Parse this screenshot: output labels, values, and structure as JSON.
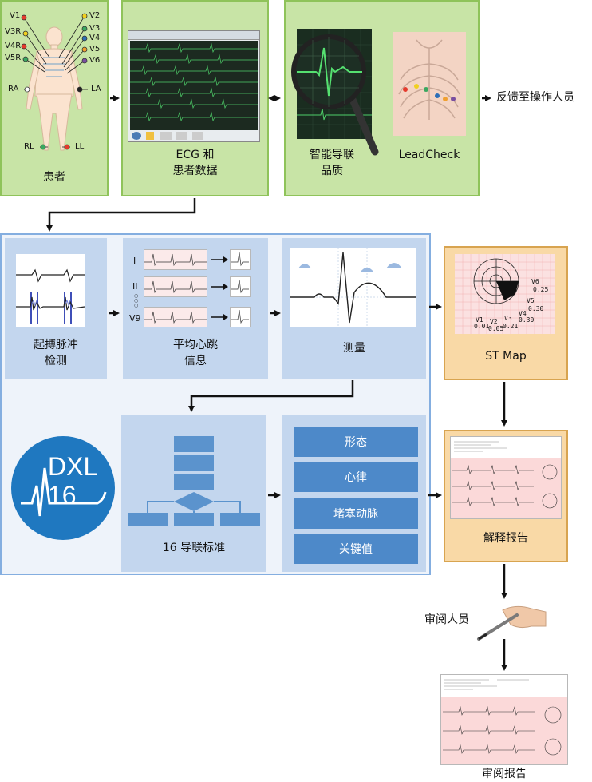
{
  "patient": {
    "label": "患者",
    "leads_left": [
      "V1",
      "V3R",
      "V4R",
      "V5R"
    ],
    "leads_right": [
      "V2",
      "V3",
      "V4",
      "V5",
      "V6"
    ],
    "ra": "RA",
    "la": "LA",
    "rl": "RL",
    "ll": "LL"
  },
  "ecg_data": {
    "label_line1": "ECG 和",
    "label_line2": "患者数据"
  },
  "smart_quality": {
    "label_line1": "智能导联",
    "label_line2": "品质"
  },
  "leadcheck": {
    "label": "LeadCheck"
  },
  "feedback": {
    "label": "反馈至操作人员"
  },
  "beat_detect": {
    "label_line1": "起搏脉冲",
    "label_line2": "检测"
  },
  "avg_beat": {
    "label_line1": "平均心跳",
    "label_line2": "信息",
    "leads": [
      "I",
      "II",
      "V9"
    ],
    "dots": "○\n○\n○"
  },
  "measure": {
    "label": "测量"
  },
  "st_map": {
    "label": "ST Map",
    "readouts": [
      "V6",
      "0.25",
      "V5",
      "0.30",
      "V4",
      "0.30",
      "V3",
      "0.21",
      "V2",
      "0.05",
      "V1",
      "0.01"
    ]
  },
  "dxl": {
    "line1": "DXL",
    "line2": "16"
  },
  "criteria": {
    "label": "16 导联标准"
  },
  "categories": [
    "形态",
    "心律",
    "堵塞动脉",
    "关键值"
  ],
  "interpretation": {
    "label": "解释报告"
  },
  "reviewer": {
    "label": "审阅人员"
  },
  "reviewed": {
    "label": "审阅报告"
  },
  "colors": {
    "green_fill": "#c8e4a6",
    "green_border": "#8fc35a",
    "orange_fill": "#f9d9a6",
    "blue_panel": "#c3d6ee",
    "blue_button": "#4d89c9",
    "dxl_blue": "#1f78c0"
  }
}
